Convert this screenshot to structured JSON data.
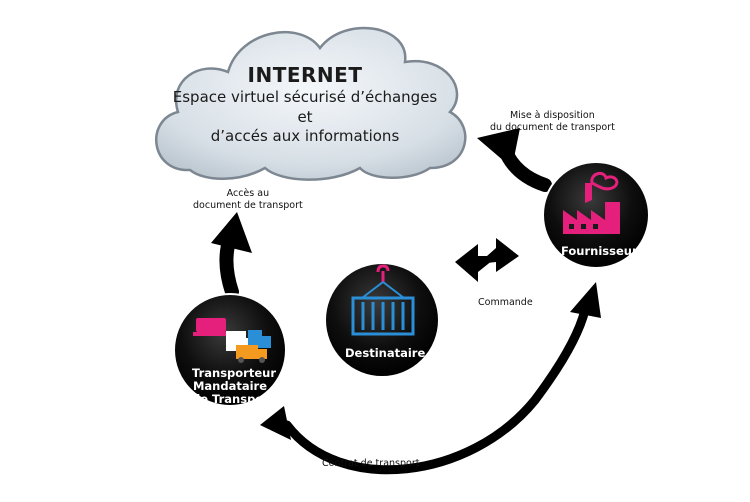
{
  "cloud": {
    "title": "INTERNET",
    "line1": "Espace virtuel sécurisé d’échanges",
    "line2": "et",
    "line3": "d’accés aux informations"
  },
  "nodes": {
    "fournisseur": {
      "label": "Fournisseur",
      "icon": "factory-icon",
      "accent": "#e4207c"
    },
    "destinataire": {
      "label": "Destinataire",
      "icon": "container-icon",
      "accent": "#2a8fd6"
    },
    "transporteur": {
      "line1": "Transporteur",
      "line2": "Mandataire",
      "line3": "de Transport",
      "icon": "trucks-icon"
    }
  },
  "arrows": {
    "mise_a_disposition": {
      "line1": "Mise à disposition",
      "line2": "du document de transport"
    },
    "acces": {
      "line1": "Accès au",
      "line2": "document de transport"
    },
    "commande": "Commande",
    "contrat": "Contrat de transport"
  },
  "colors": {
    "node": "#0d0d0d",
    "magenta": "#e4207c",
    "blue": "#2a8fd6",
    "cloud": "#dfe6ec"
  }
}
